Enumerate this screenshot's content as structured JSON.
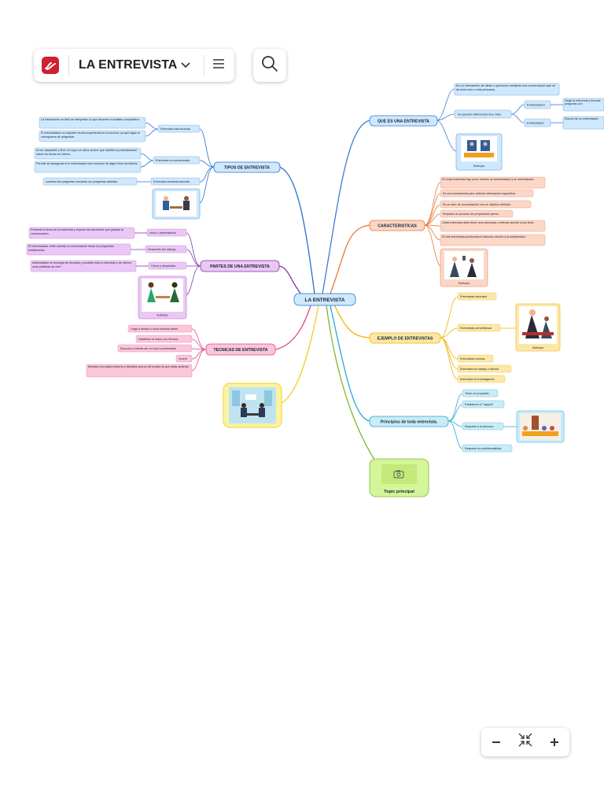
{
  "header": {
    "title": "LA ENTREVISTA"
  },
  "colors": {
    "brand": "#cf2034",
    "root_fill": "#cfe8fb",
    "root_stroke": "#4a90d9"
  },
  "map": {
    "root": "LA ENTREVISTA",
    "que_es": {
      "label": "QUE ES UNA ENTREVISTA",
      "def": "Es un intercambio de ideas u opiniones mediante una conversación que se da entre dos o más personas.",
      "roles": "Se pueden diferenciar dos roles",
      "entrevistador": "Entrevistador",
      "entrevistador_desc": "Dirige la entrevista y formula preguntas al e",
      "entrevistado": "Entrevistado",
      "entrevistado_desc": "Expone de su entrevistado",
      "caption": "Subtopic"
    },
    "tipos": {
      "label": "TIPOS DE ENTREVISTA",
      "estructurada": "Entrevista estructurada",
      "estructurada_d1": "La información es fácil de interpretar, lo que favorece el análisis comparativo.",
      "estructurada_d2": "El entrevistador no requiere mucha experiencia en la técnica, ya que sigue el cronograma de preguntas.",
      "no_estructurada": "Entrevista no estructurada",
      "no_estructurada_d1": "Al ser adaptable y libre, se logra un clima ameno que habilita la profundización sobre los temas de interes.",
      "no_estructurada_d2": "Permite la repregunta si el entrevistado hizo mención de algún tema de interes.",
      "semi": "Entrevista semiestructurada",
      "semi_d1": "combina las preguntas cerradas con preguntas abiertas."
    },
    "caracteristicas": {
      "label": "CARACTERISTICAS",
      "items": [
        "En toda entrevista hay como mínimo un entrevistador y un entrevistado.",
        "Es una herramienta para obtener información específica.",
        "Es un acto de comunicación con un objetivo definido.",
        "Requiere un proceso de preparación previo.",
        "Cada entrevista debe tener una estructura o método acorde a sus fines.",
        "En las entrevistas predomina el discurso directo y la subjetividad."
      ],
      "caption": "Subtopic"
    },
    "partes": {
      "label": "PARTES DE UNA ENTREVISTA",
      "inicio": "Inicio o presentación",
      "inicio_d": "Presenta el tema de la entrevista y expone las directrices que guiarán la comunicación.",
      "desarrollo": "Desarrollo del diálogo",
      "desarrollo_d": "El entrevistador debe orientar la conversación hacia los propósitos establecidos.",
      "cierre": "Cierre y despedida",
      "cierre_d": "entrevistador se encarga de recopilar y pondrán todo lo discutido y de ofrecer unas palabras de cierr",
      "caption": "Subtopic"
    },
    "ejemplo": {
      "label": "EJEMPLO DE ENTREVISTAS",
      "items": [
        "Entrevistas laborales",
        "Entrevistas periodísticas",
        "Entrevistas clínicas",
        "Entrevista de trabajo o laboral",
        "Entrevista de investigación"
      ],
      "caption": "Subtopic"
    },
    "tecnicas": {
      "label": "TECNICAS DE ENTREVISTA",
      "items": [
        "Llega a tiempo o unos minutos antes",
        "Establece la mano con firmeza",
        "Escucha e intenta ser un buen conversador",
        "Sonríe",
        "Muestra una actitud abierta y decidida acerca del puesto al que estás optando."
      ]
    },
    "principios": {
      "label": "Principios de toda entrevista.",
      "items": [
        "Tener un propósito",
        "Establecer el \"rapport\"",
        "Respetar a la persona",
        "Respetar la confidencialidad."
      ]
    },
    "topic": "Topic principal"
  }
}
